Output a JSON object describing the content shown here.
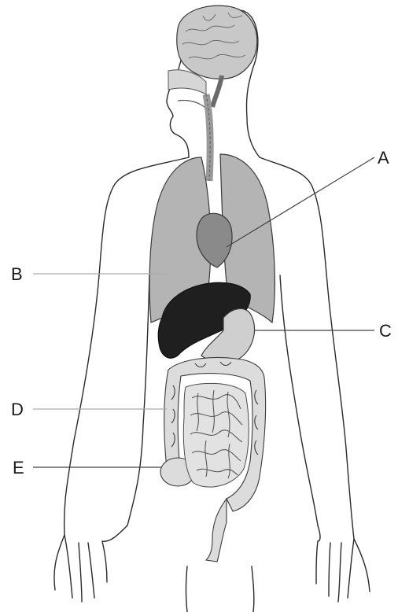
{
  "labels": {
    "a": "A",
    "b": "B",
    "c": "C",
    "d": "D",
    "e": "E"
  },
  "colors": {
    "outline": "#2a2a2a",
    "brain": "#c8c8c8",
    "lungs": "#b4b4b4",
    "heart": "#8a8a8a",
    "liver": "#1f1f1f",
    "stomach": "#cfcfcf",
    "intestines": "#dcdcdc",
    "leader_dark": "#444444",
    "leader_light": "#aaaaaa"
  }
}
